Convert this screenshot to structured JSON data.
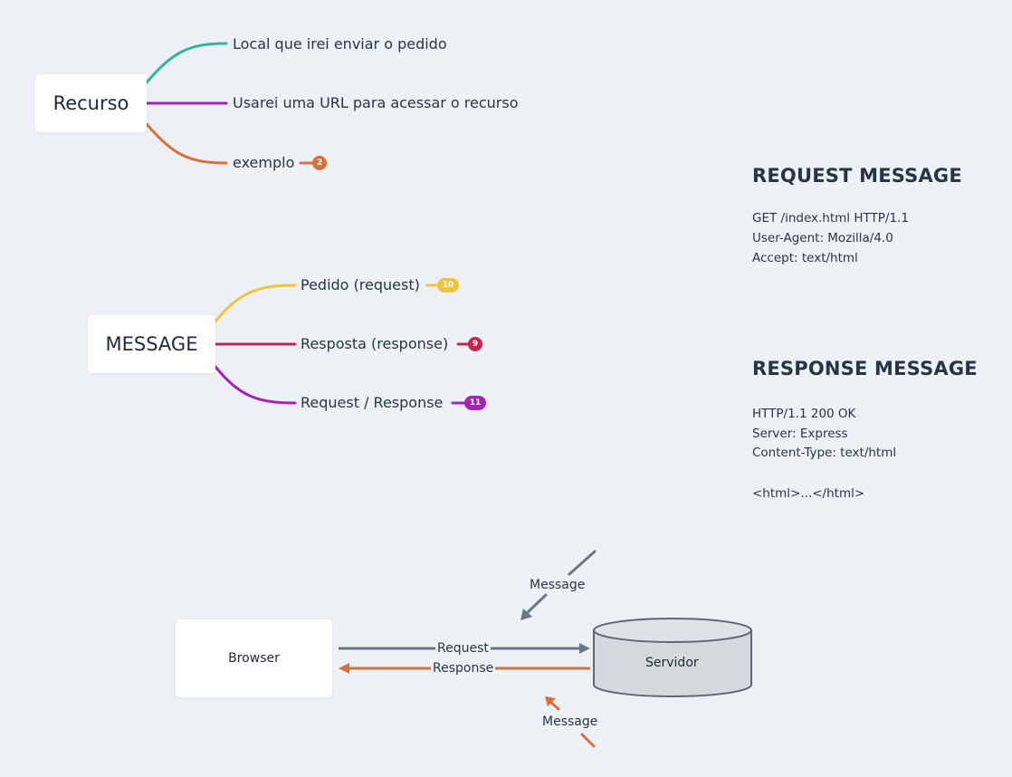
{
  "colors": {
    "teal": "#2fb79e",
    "purple": "#a524b8",
    "orange": "#d8703a",
    "yellow": "#f0c43c",
    "crimson": "#c4274d",
    "gray_arrow": "#6b7784",
    "db_fill": "#d5d9de"
  },
  "mindmap_recurso": {
    "root": "Recurso",
    "branches": [
      {
        "label": "Local que irei enviar o pedido",
        "color": "teal"
      },
      {
        "label": "Usarei uma URL para acessar o recurso",
        "color": "purple"
      },
      {
        "label": "exemplo",
        "color": "orange",
        "badge": "2"
      }
    ]
  },
  "mindmap_message": {
    "root": "MESSAGE",
    "branches": [
      {
        "label": "Pedido (request)",
        "color": "yellow",
        "badge": "10"
      },
      {
        "label": "Resposta (response)",
        "color": "crimson",
        "badge": "9"
      },
      {
        "label": "Request / Response",
        "color": "purple",
        "badge": "11"
      }
    ]
  },
  "request_message": {
    "title": "REQUEST MESSAGE",
    "lines": [
      "GET /index.html HTTP/1.1",
      "User-Agent: Mozilla/4.0",
      "Accept: text/html"
    ]
  },
  "response_message": {
    "title": "RESPONSE MESSAGE",
    "lines": [
      "HTTP/1.1 200 OK",
      "Server: Express",
      "Content-Type: text/html",
      "",
      "<html>...</html>"
    ]
  },
  "flow": {
    "browser": "Browser",
    "server": "Servidor",
    "request_label": "Request",
    "response_label": "Response",
    "message_top": "Message",
    "message_bottom": "Message"
  }
}
